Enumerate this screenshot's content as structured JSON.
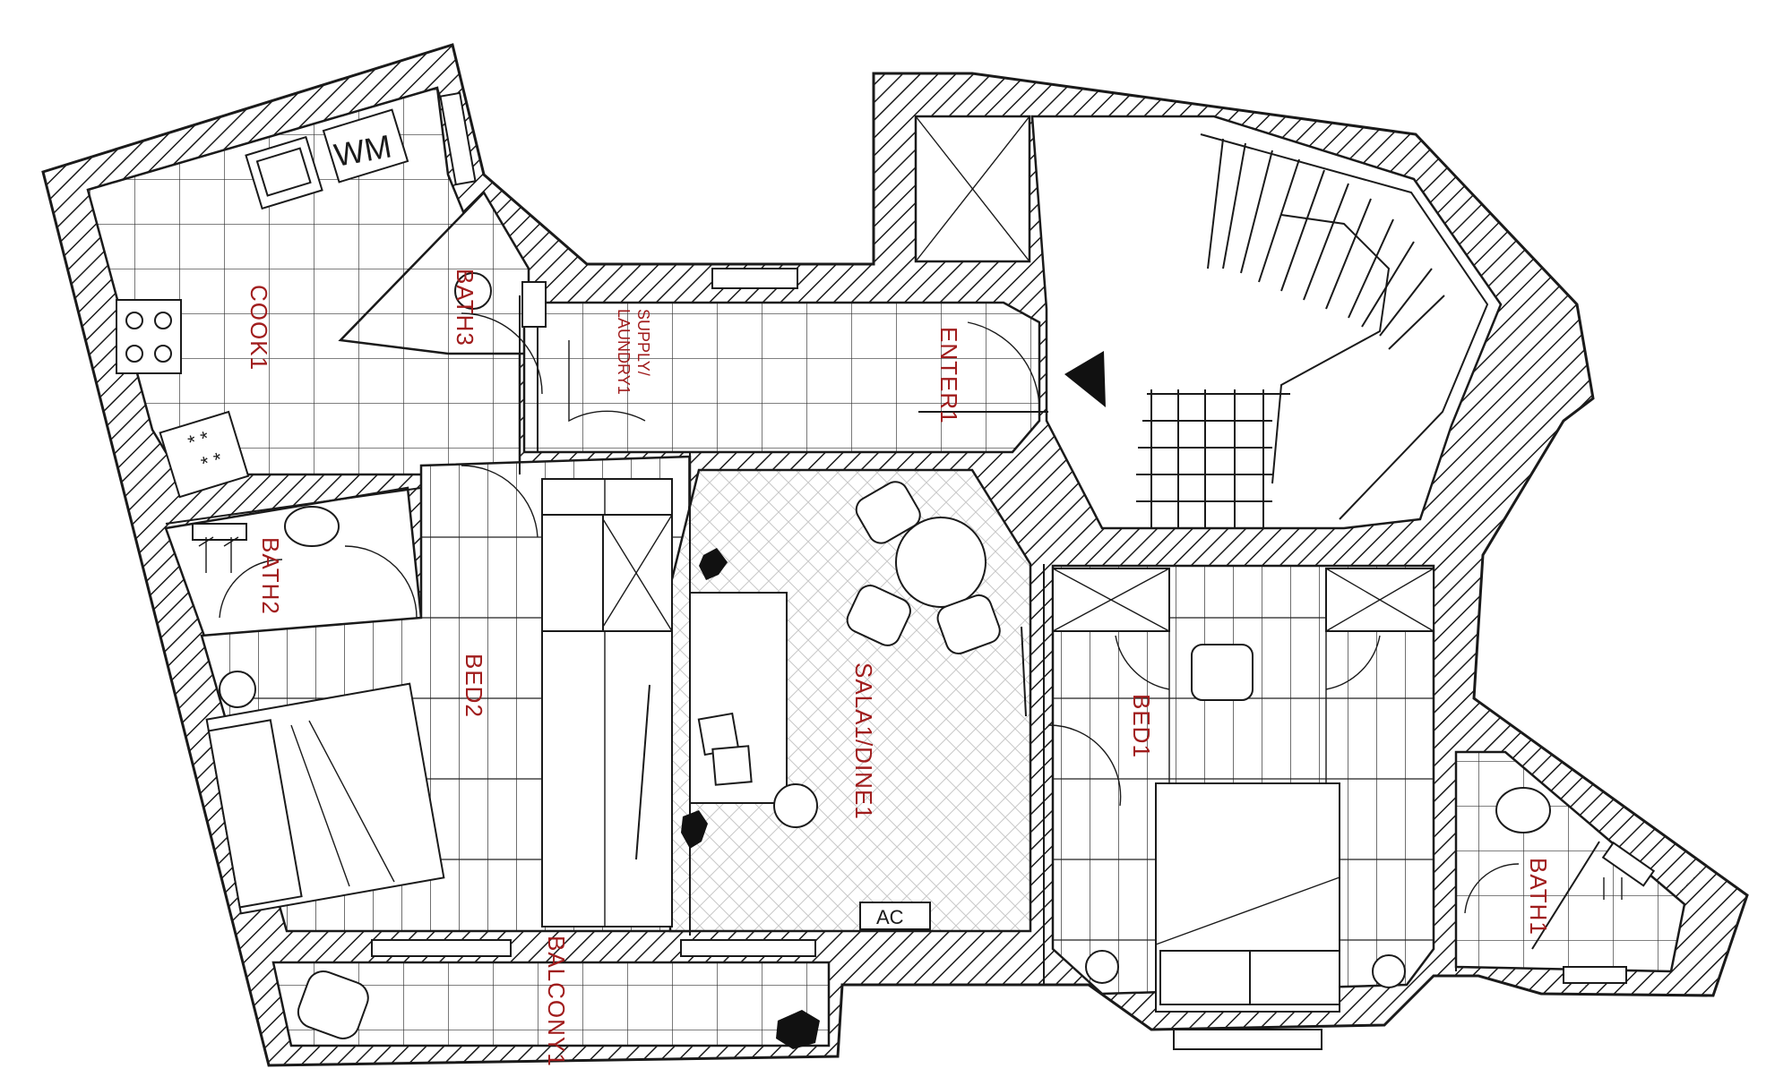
{
  "rooms": {
    "cook": "COOK1",
    "bath3": "BATH3",
    "supply": "SUPPLY/",
    "laundry": "LAUNDRY1",
    "enter": "ENTER1",
    "bath2": "BATH2",
    "bed2": "BED2",
    "sala": "SALA1/DINE1",
    "bed1": "BED1",
    "bath1": "BATH1",
    "balcony": "BALCONY1"
  },
  "fixtures": {
    "washing_machine": "WM",
    "air_conditioner": "AC"
  },
  "icons": {
    "entry": "entry-arrow-icon",
    "plant": "plant-icon",
    "stove": "stove-icon"
  }
}
